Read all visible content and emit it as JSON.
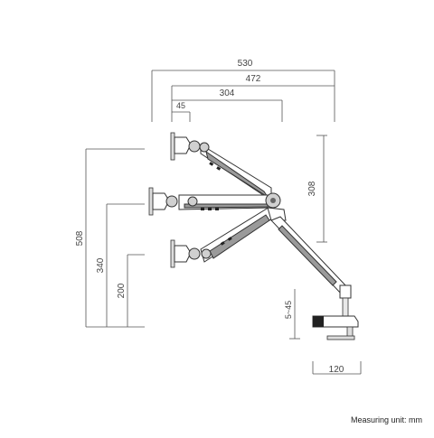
{
  "dimensions": {
    "overall_reach": "530",
    "arm_reach": "472",
    "mid_reach": "304",
    "min_offset": "45",
    "vertical_travel": "308",
    "max_height": "508",
    "mid_height": "340",
    "min_height": "200",
    "desk_thickness": "5~45",
    "clamp_depth": "120"
  },
  "footnote": "Measuring unit: mm"
}
